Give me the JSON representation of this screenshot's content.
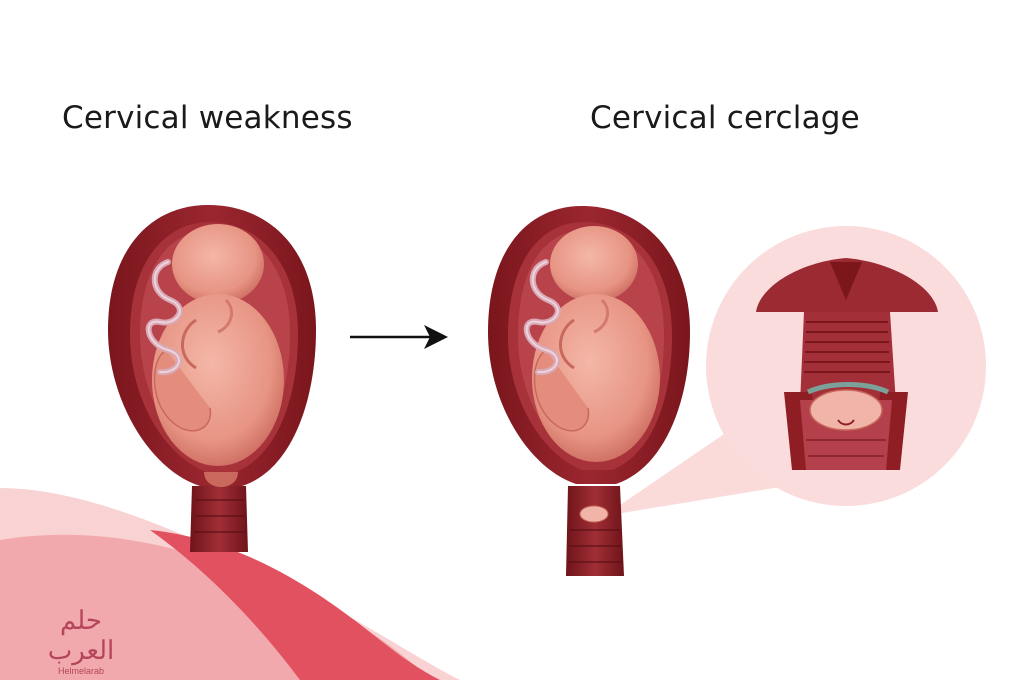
{
  "labels": {
    "left": "Cervical weakness",
    "right": "Cervical cerclage"
  },
  "logo": {
    "arabic": "حلم العرب",
    "latin": "Helmelarab"
  },
  "colors": {
    "uterus_wall": "#8e1e24",
    "uterus_inner": "#a83238",
    "fetus": "#e9998a",
    "cord": "#d7a6b4",
    "zoom_bg": "#fbdcdc",
    "wave_light": "#f7c6c8",
    "wave_dark": "#e2515f",
    "suture": "#7aa29a"
  }
}
